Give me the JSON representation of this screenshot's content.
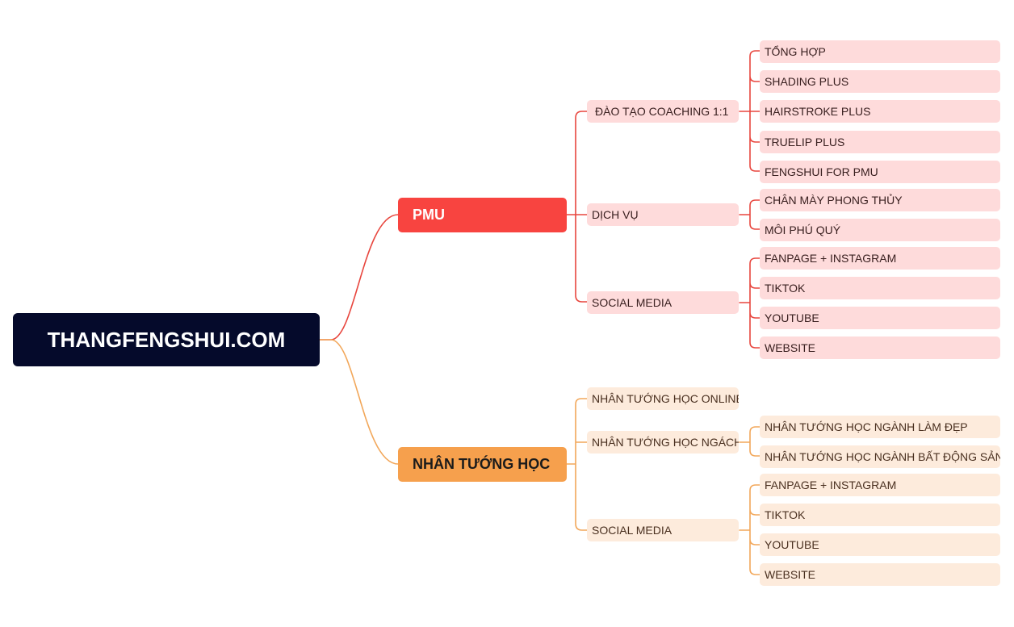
{
  "root": {
    "label": "THANGFENGSHUI.COM"
  },
  "colors": {
    "root_bg": "#050a2b",
    "pmu_branch": "#f84440",
    "pmu_leaf": "#fedbdb",
    "nth_branch": "#f6a04d",
    "nth_leaf": "#fdebdc",
    "pmu_line": "#e8463e",
    "nth_line": "#f2a75a"
  },
  "pmu": {
    "label": "PMU",
    "dao_tao": {
      "label": "ĐÀO TẠO COACHING 1:1",
      "items": [
        "TỔNG HỢP",
        "SHADING PLUS",
        "HAIRSTROKE PLUS",
        "TRUELIP PLUS",
        "FENGSHUI FOR PMU"
      ]
    },
    "dich_vu": {
      "label": "DỊCH VỤ",
      "items": [
        "CHÂN MÀY PHONG THỦY",
        "MÔI PHÚ QUÝ"
      ]
    },
    "social": {
      "label": "SOCIAL MEDIA",
      "items": [
        "FANPAGE + INSTAGRAM",
        "TIKTOK",
        "YOUTUBE",
        "WEBSITE"
      ]
    }
  },
  "nth": {
    "label": "NHÂN TƯỚNG HỌC",
    "online": {
      "label": "NHÂN TƯỚNG HỌC ONLINE"
    },
    "nganh": {
      "label": "NHÂN TƯỚNG HỌC NGÁCH",
      "items": [
        "NHÂN TƯỚNG HỌC NGÀNH LÀM ĐẸP",
        "NHÂN TƯỚNG HỌC NGÀNH BẤT ĐỘNG SẢN"
      ]
    },
    "social": {
      "label": "SOCIAL MEDIA",
      "items": [
        "FANPAGE + INSTAGRAM",
        "TIKTOK",
        "YOUTUBE",
        "WEBSITE"
      ]
    }
  }
}
